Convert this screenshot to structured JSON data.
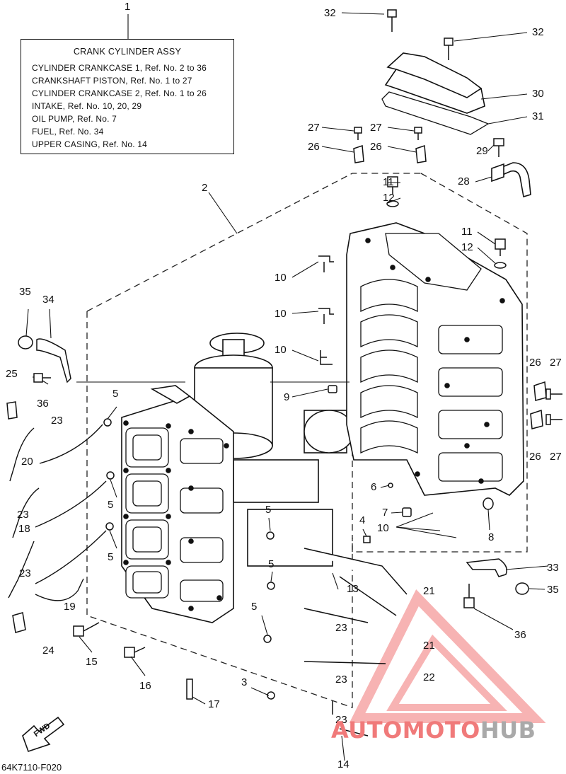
{
  "legend": {
    "title": "CRANK CYLINDER ASSY",
    "lines": [
      "CYLINDER CRANKCASE 1,  Ref. No. 2 to 36",
      "CRANKSHAFT PISTON,  Ref. No. 1 to 27",
      "CYLINDER CRANKCASE 2,  Ref. No. 1 to 26",
      "INTAKE,  Ref. No. 10, 20, 29",
      "OIL PUMP,  Ref. No. 7",
      "FUEL,  Ref. No. 34",
      "UPPER CASING,  Ref. No. 14"
    ]
  },
  "callouts": [
    "1",
    "2",
    "3",
    "4",
    "5",
    "5",
    "5",
    "5",
    "5",
    "5",
    "6",
    "7",
    "8",
    "9",
    "10",
    "10",
    "10",
    "10",
    "11",
    "11",
    "12",
    "12",
    "13",
    "14",
    "15",
    "16",
    "17",
    "18",
    "19",
    "20",
    "21",
    "21",
    "22",
    "23",
    "23",
    "23",
    "23",
    "23",
    "23",
    "24",
    "25",
    "26",
    "26",
    "26",
    "26",
    "27",
    "27",
    "27",
    "27",
    "28",
    "29",
    "30",
    "31",
    "32",
    "32",
    "33",
    "34",
    "35",
    "35",
    "36",
    "36"
  ],
  "diagram_code": "64K7110-F020",
  "fwd_label": "FWD",
  "watermark": {
    "part1": "AUTOMOTO",
    "part2": "HUB",
    "color_main": "#f07a7a",
    "color_alt": "#a9a9a9"
  }
}
